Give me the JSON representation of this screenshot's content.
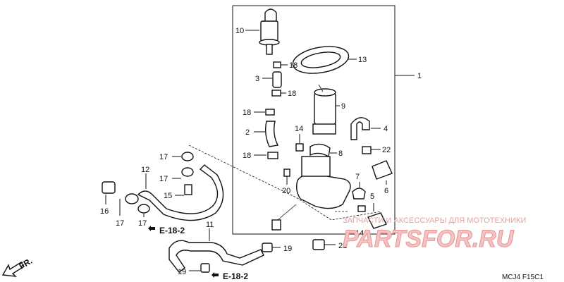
{
  "callouts": [
    {
      "id": "c10",
      "text": "10"
    },
    {
      "id": "c18a",
      "text": "18"
    },
    {
      "id": "c13",
      "text": "13"
    },
    {
      "id": "c1",
      "text": "1"
    },
    {
      "id": "c3",
      "text": "3"
    },
    {
      "id": "c18b",
      "text": "18"
    },
    {
      "id": "c9",
      "text": "9"
    },
    {
      "id": "c18c",
      "text": "18"
    },
    {
      "id": "c2",
      "text": "2"
    },
    {
      "id": "c14a",
      "text": "14"
    },
    {
      "id": "c4",
      "text": "4"
    },
    {
      "id": "c17a",
      "text": "17"
    },
    {
      "id": "c18d",
      "text": "18"
    },
    {
      "id": "c8",
      "text": "8"
    },
    {
      "id": "c22",
      "text": "22"
    },
    {
      "id": "c12",
      "text": "12"
    },
    {
      "id": "c17b",
      "text": "17"
    },
    {
      "id": "c7",
      "text": "7"
    },
    {
      "id": "c5",
      "text": "5"
    },
    {
      "id": "c6",
      "text": "6"
    },
    {
      "id": "c15",
      "text": "15"
    },
    {
      "id": "c20",
      "text": "20"
    },
    {
      "id": "c16",
      "text": "16"
    },
    {
      "id": "c17c",
      "text": "17"
    },
    {
      "id": "c17d",
      "text": "17"
    },
    {
      "id": "c14b",
      "text": "14"
    },
    {
      "id": "c11",
      "text": "11"
    },
    {
      "id": "c19a",
      "text": "19"
    },
    {
      "id": "c21",
      "text": "21"
    },
    {
      "id": "c19b",
      "text": "19"
    }
  ],
  "references": {
    "ref_a": "E-18-2",
    "ref_b": "E-18-2"
  },
  "direction": {
    "label": "FR."
  },
  "code": {
    "text": "MCJ4  F15C1"
  },
  "watermark": {
    "tagline": "ЗАПЧАСТИ И АКСЕССУАРЫ ДЛЯ МОТОТЕХНИКИ",
    "brand": "PARTSFOR.RU",
    "accent_color": "#e35050"
  }
}
